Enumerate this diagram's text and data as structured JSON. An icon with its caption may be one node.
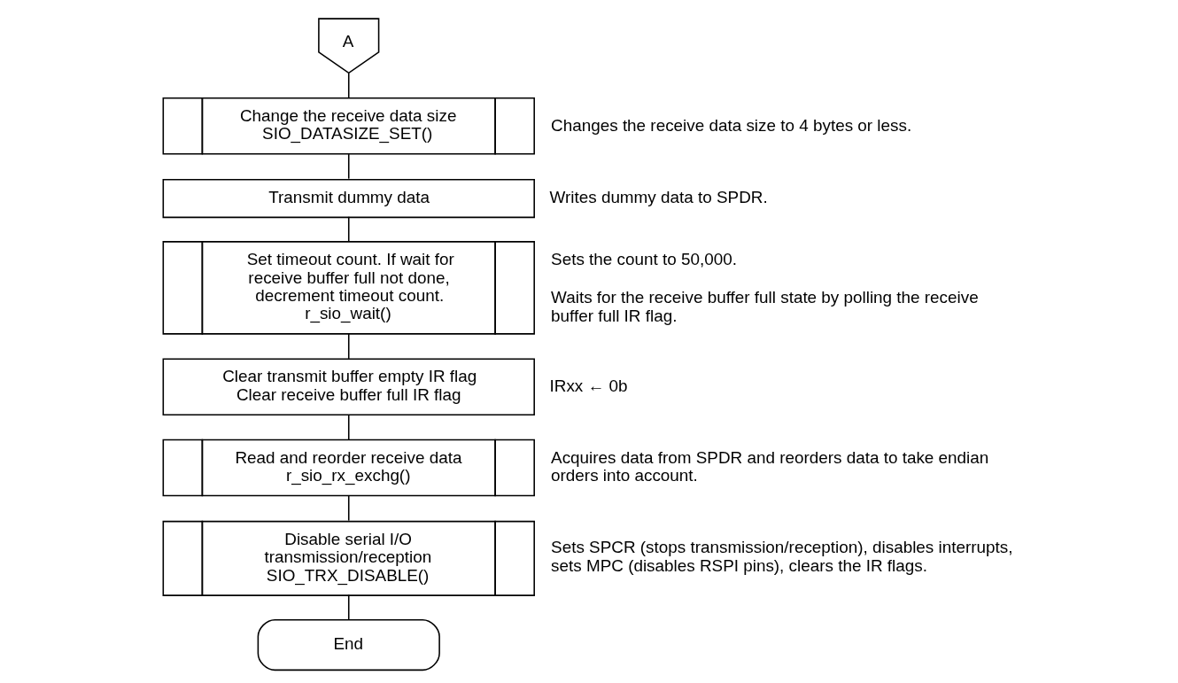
{
  "diagram": {
    "nodes": [
      {
        "text": [
          "A"
        ]
      },
      {
        "text": [
          "Change the receive data size",
          "SIO_DATASIZE_SET()"
        ],
        "beside": [
          "Changes the receive data size to 4 bytes or less."
        ]
      },
      {
        "text": [
          "Transmit dummy data"
        ],
        "beside": [
          "Writes dummy data to SPDR."
        ]
      },
      {
        "text": [
          "Set timeout count. If wait for receive buffer full not done, decrement timeout count.",
          "r_sio_wait()"
        ],
        "beside": [
          "Sets the count to 50,000.",
          "Waits for the receive buffer full state by polling the receive buffer full IR flag."
        ]
      },
      {
        "text": [
          "Clear transmit buffer empty IR flag",
          "Clear receive buffer full IR flag"
        ],
        "beside": [
          "IRxx ← 0b"
        ]
      },
      {
        "text": [
          "Read and reorder receive data",
          "r_sio_rx_exchg()"
        ],
        "beside": [
          "Acquires data from SPDR and reorders data to take endian orders into account."
        ]
      },
      {
        "text": [
          "Disable serial I/O transmission/reception",
          "SIO_TRX_DISABLE()"
        ],
        "beside": [
          "Sets SPCR (stops transmission/reception), disables interrupts, sets MPC (disables RSPI pins), clears the IR flags."
        ]
      },
      {
        "text": [
          "End"
        ]
      }
    ],
    "edges": [
      {
        "from": 0,
        "to": 1,
        "arrow": "none"
      },
      {
        "from": 1,
        "to": 2,
        "arrow": "none"
      },
      {
        "from": 2,
        "to": 3,
        "arrow": "none"
      },
      {
        "from": 3,
        "to": 4,
        "arrow": "none"
      },
      {
        "from": 4,
        "to": 5,
        "arrow": "none"
      },
      {
        "from": 5,
        "to": 6,
        "arrow": "none"
      },
      {
        "from": 6,
        "to": 7,
        "arrow": "none"
      }
    ]
  }
}
